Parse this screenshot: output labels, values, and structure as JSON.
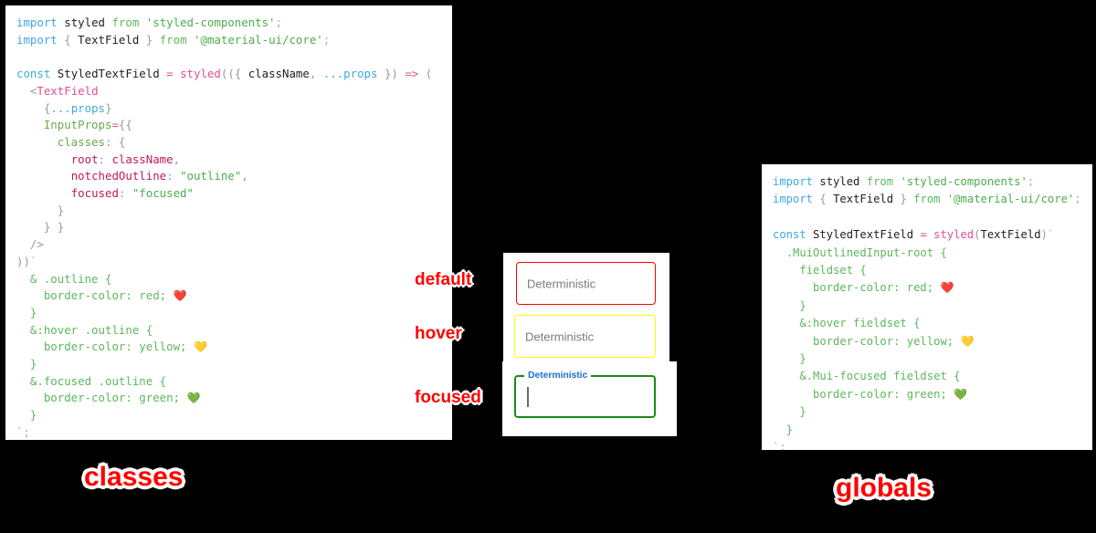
{
  "colors": {
    "background": "#000000",
    "panel": "#ffffff",
    "annotation": "#ff0000",
    "default_border": "#ff0000",
    "hover_border": "#ffff00",
    "focused_border": "#1a8a1a",
    "legend_text": "#1b72d0",
    "placeholder_text": "#7a7a7a"
  },
  "panels": {
    "classes": {
      "caption": "classes",
      "code_lines": [
        "import styled from 'styled-components';",
        "import { TextField } from '@material-ui/core';",
        "",
        "const StyledTextField = styled(({ className, ...props }) => (",
        "  <TextField",
        "    {...props}",
        "    InputProps={{",
        "      classes: {",
        "        root: className,",
        "        notchedOutline: \"outline\",",
        "        focused: \"focused\"",
        "      }",
        "    } }",
        "  />",
        "))`",
        "  & .outline {",
        "    border-color: red; ❤️",
        "  }",
        "  &:hover .outline {",
        "    border-color: yellow; 💛",
        "  }",
        "  &.focused .outline {",
        "    border-color: green; 💚",
        "  }",
        "`;"
      ]
    },
    "globals": {
      "caption": "globals",
      "code_lines": [
        "import styled from 'styled-components';",
        "import { TextField } from '@material-ui/core';",
        "",
        "const StyledTextField = styled(TextField)`",
        "  .MuiOutlinedInput-root {",
        "    fieldset {",
        "      border-color: red; ❤️",
        "    }",
        "    &:hover fieldset {",
        "      border-color: yellow; 💛",
        "    }",
        "    &.Mui-focused fieldset {",
        "      border-color: green; 💚",
        "    }",
        "  }",
        "`;"
      ]
    }
  },
  "demo": {
    "annotations": {
      "default": "default",
      "hover": "hover",
      "focused": "focused"
    },
    "fields": {
      "default": {
        "placeholder": "Deterministic",
        "value": "",
        "state": "default"
      },
      "hover": {
        "placeholder": "Deterministic",
        "value": "",
        "state": "hover"
      },
      "focused": {
        "legend": "Deterministic",
        "value": "",
        "state": "focused"
      }
    }
  }
}
